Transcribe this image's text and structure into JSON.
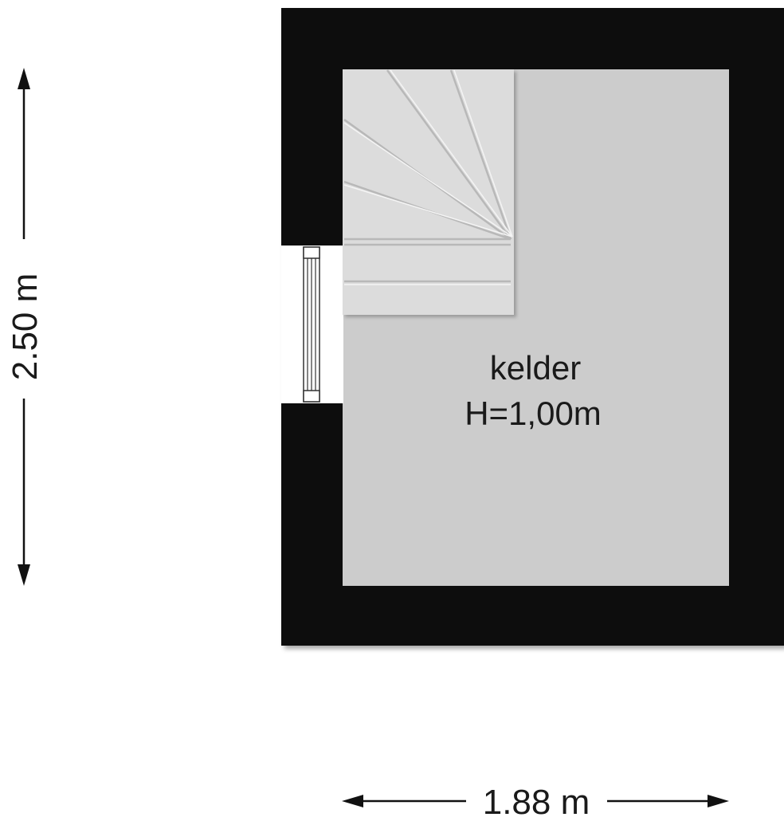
{
  "room": {
    "name": "kelder",
    "height_label": "H=1,00m"
  },
  "dimensions": {
    "height": "2.50 m",
    "width": "1.88 m"
  },
  "colors": {
    "wall": "#111111",
    "floor": "#cccccc",
    "stair": "#dcdcdc",
    "background": "#ffffff"
  }
}
